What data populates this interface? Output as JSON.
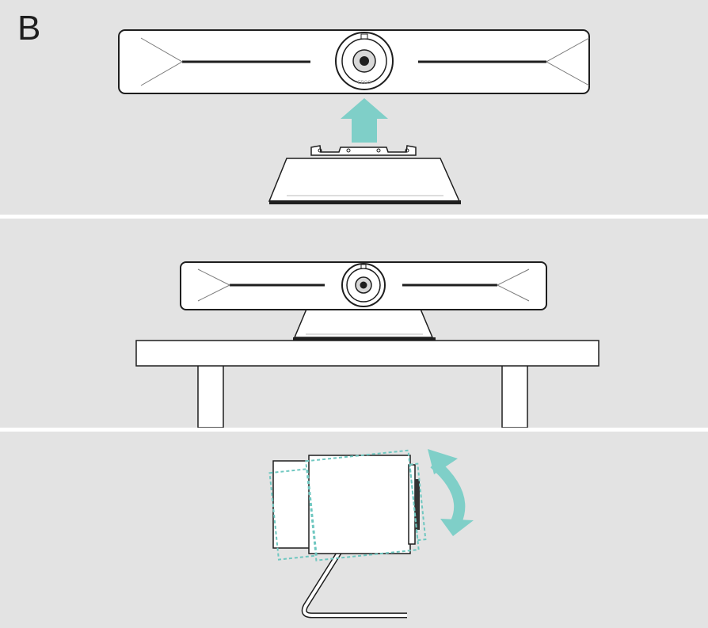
{
  "step_label": "B",
  "panels": [
    {
      "id": "attach-to-stand"
    },
    {
      "id": "place-on-table"
    },
    {
      "id": "tilt-camera"
    }
  ],
  "colors": {
    "background": "#e3e3e3",
    "device_fill": "#ffffff",
    "outline": "#1e1e1e",
    "accent": "#7fcfc8",
    "accent_dashed": "#6fc7c0"
  },
  "icons": [
    "arrow-up-icon",
    "rotate-arrow-icon"
  ],
  "camera_brand_text": "EPOS"
}
